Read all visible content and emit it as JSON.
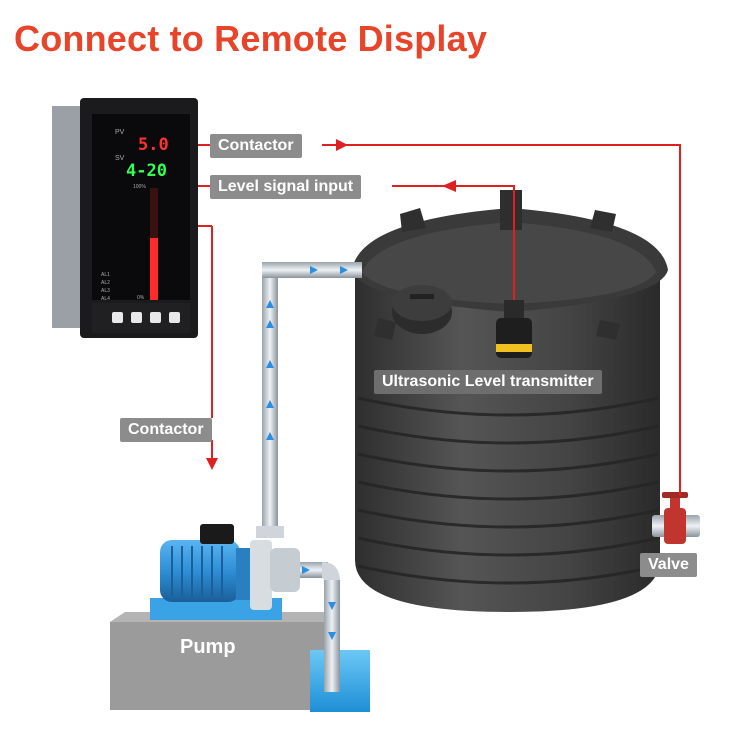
{
  "title": "Connect to Remote Display",
  "labels": {
    "contactor_top": "Contactor",
    "level_signal": "Level signal input",
    "contactor_left": "Contactor",
    "ultrasonic": "Ultrasonic Level transmitter",
    "valve": "Valve",
    "pump": "Pump"
  },
  "display": {
    "pv_tag": "PV",
    "pv_value": "5.0",
    "sv_tag": "SV",
    "sv_value": "4-20",
    "scale_top": "100%",
    "scale_bottom": "0%",
    "alarms": [
      "AL1",
      "AL2",
      "AL3",
      "AL4"
    ]
  },
  "colors": {
    "accent": "#e8442a",
    "signal_line": "#e02020",
    "label_bg": "#8c8c8c",
    "tank": "#3e3e3e",
    "pump": "#2e8fd6",
    "water": "#1e9be0"
  }
}
